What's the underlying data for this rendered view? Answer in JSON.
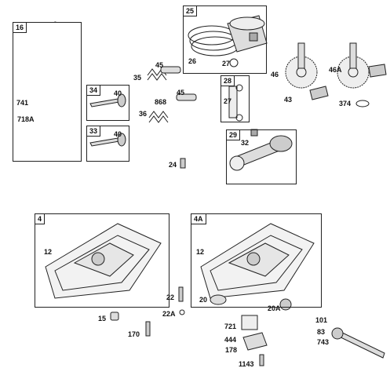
{
  "boxes": {
    "b16": "16",
    "b25": "25",
    "b34": "34",
    "b33": "33",
    "b28": "28",
    "b29": "29",
    "b4": "4",
    "b4a": "4A"
  },
  "labels": {
    "l741": "741",
    "l718a": "718A",
    "l45a": "45",
    "l35": "35",
    "l40a": "40",
    "l868": "868",
    "l45b": "45",
    "l36": "36",
    "l40b": "40",
    "l24": "24",
    "l26": "26",
    "l27a": "27",
    "l27b": "27",
    "l32": "32",
    "l46": "46",
    "l46a": "46A",
    "l43": "43",
    "l374": "374",
    "l12a": "12",
    "l12b": "12",
    "l22": "22",
    "l22a": "22A",
    "l15": "15",
    "l170": "170",
    "l20": "20",
    "l20a": "20A",
    "l721": "721",
    "l444": "444",
    "l178": "178",
    "l1143": "1143",
    "l101": "101",
    "l83": "83",
    "l743": "743"
  }
}
